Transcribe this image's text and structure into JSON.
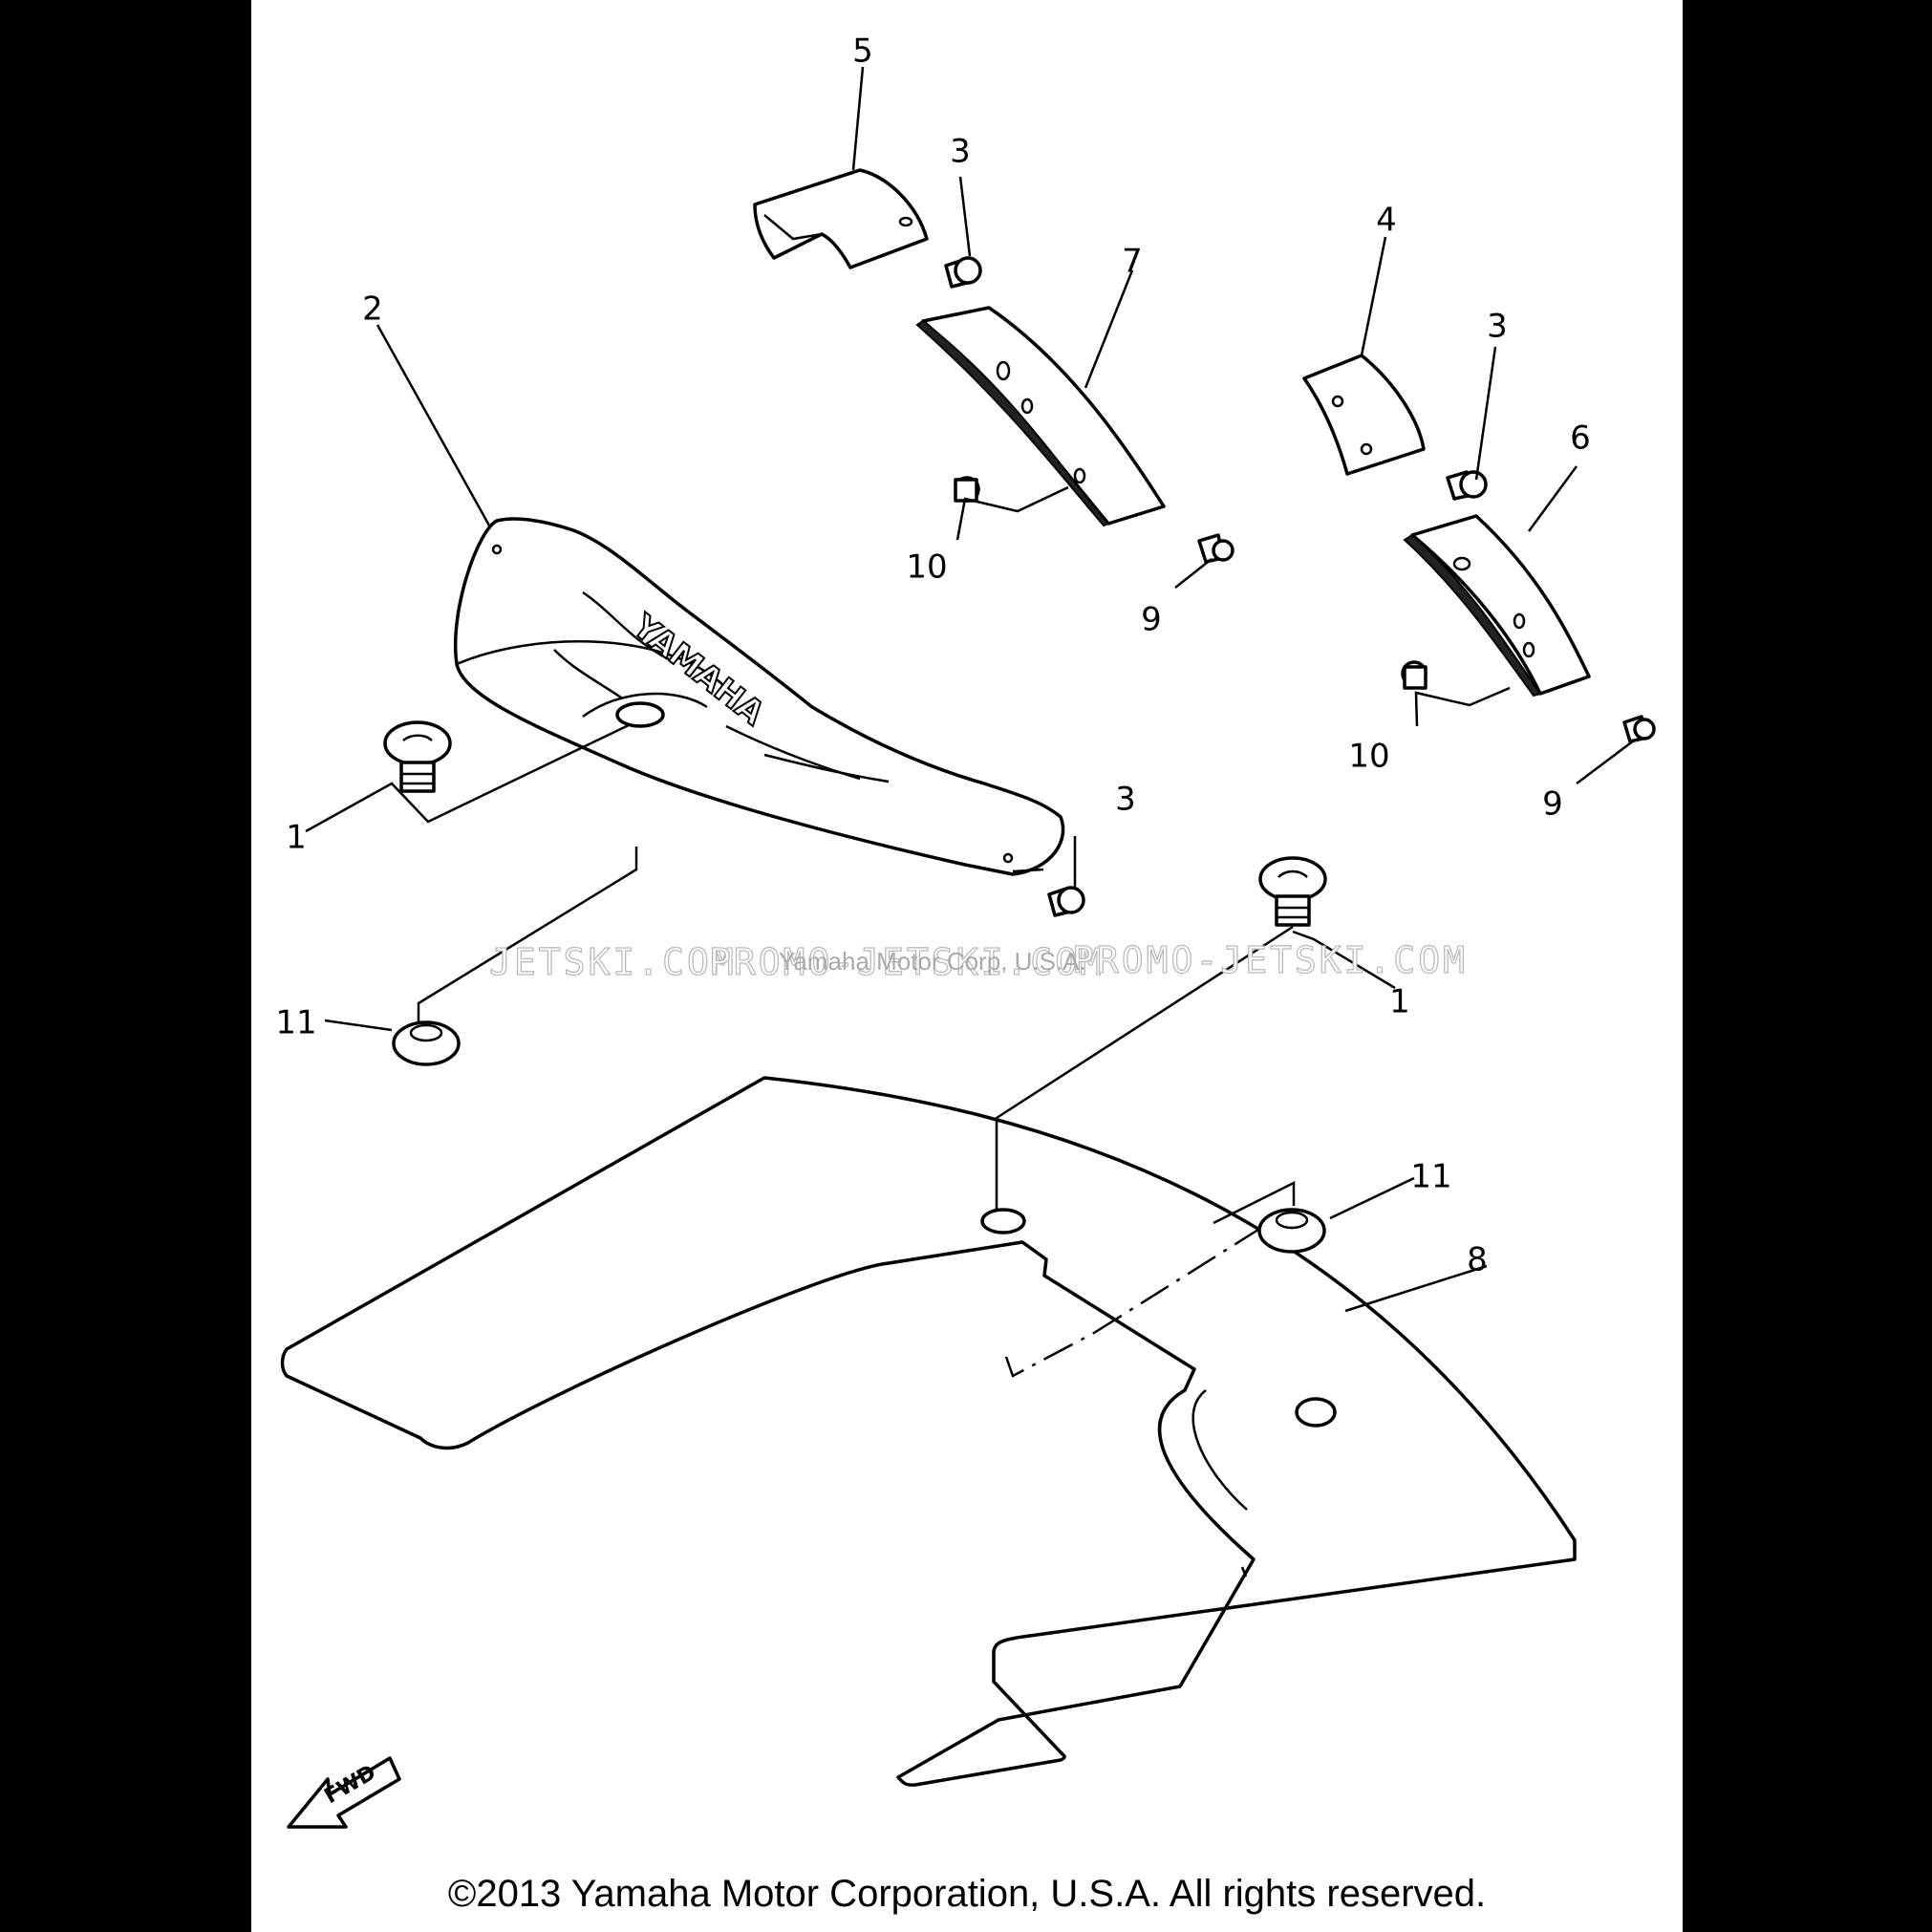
{
  "callouts": {
    "c1a": "1",
    "c1b": "1",
    "c2": "2",
    "c3a": "3",
    "c3b": "3",
    "c3c": "3",
    "c4": "4",
    "c5": "5",
    "c6": "6",
    "c7": "7",
    "c8": "8",
    "c9a": "9",
    "c9b": "9",
    "c10a": "10",
    "c10b": "10",
    "c11a": "11",
    "c11b": "11"
  },
  "logo_text": "YAMAHA",
  "fwd_label": "FWD",
  "watermark": {
    "left": "JETSKI.COM",
    "middle": "PROMO-JETSKI.COM",
    "right": "PROMO-JETSKI.COM",
    "small": "Yamaha Motor Corp, U.S.A."
  },
  "copyright": "©2013 Yamaha Motor Corporation, U.S.A. All rights reserved.",
  "colors": {
    "background": "#000000",
    "sheet": "#ffffff",
    "ink": "#000000"
  }
}
